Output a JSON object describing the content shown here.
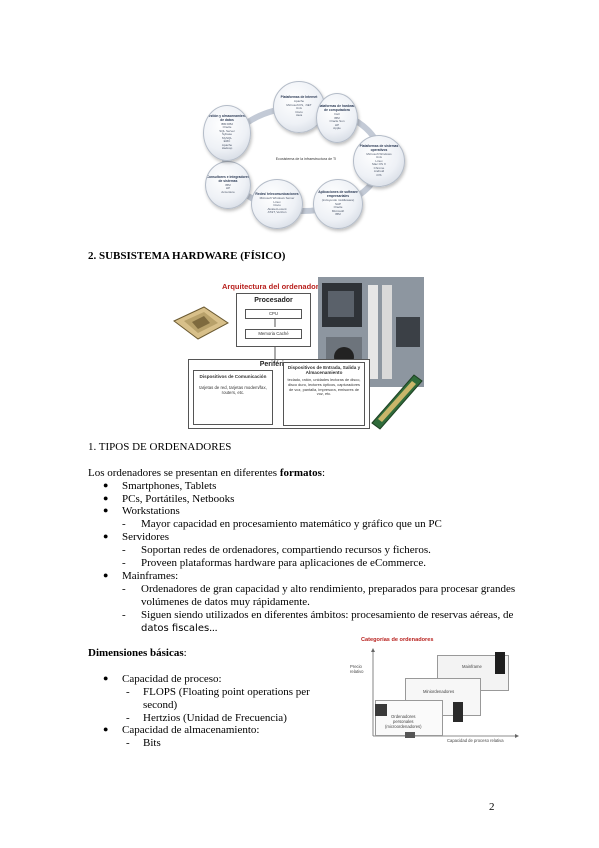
{
  "ecosystem_figure": {
    "center_label": "Ecosistema de la infraestructura de TI",
    "bubbles": [
      {
        "title": "Plataformas de Internet",
        "items": [
          "Apache",
          "Microsoft IIS, .NET",
          "Unix",
          "Cisco",
          "Java"
        ]
      },
      {
        "title": "Plataformas de hardware de computadora",
        "items": [
          "Dell",
          "IBM",
          "Oracle Sun",
          "HP",
          "Apple"
        ]
      },
      {
        "title": "Plataformas de sistemas operativos",
        "items": [
          "Microsoft Windows",
          "Unix",
          "Linux",
          "Mac OS X",
          "Chrome",
          "Android",
          "iOS"
        ]
      },
      {
        "title": "Aplicaciones de software empresariales",
        "items": [
          "(incluyendo middleware)",
          "SAP",
          "Oracle",
          "Microsoft",
          "IBM"
        ]
      },
      {
        "title": "Redes/ telecomunicaciones",
        "items": [
          "Microsoft Windows Server",
          "Linux",
          "Cisco",
          "Alcatel-Lucent",
          "AT&T, Verizon"
        ]
      },
      {
        "title": "Consultores e integradores de sistemas",
        "items": [
          "IBM",
          "HP",
          "Accenture"
        ]
      },
      {
        "title": "Gestión y almacenamiento de datos",
        "items": [
          "IBM DB2",
          "Oracle",
          "SQL Server",
          "Sybase",
          "MySQL",
          "EMC",
          "Apache",
          "Hadoop"
        ]
      }
    ]
  },
  "section_hardware": "2. SUBSISTEMA HARDWARE (FÍSICO)",
  "architecture_figure": {
    "title": "Arquitectura del ordenador",
    "processor": "Procesador",
    "cpu": "CPU",
    "cache": "Memoria Caché",
    "peripherals": "Periféricos:",
    "comm_title": "Dispositivos de Comunicación",
    "comm_text": "tarjetas de red, tarjetas modem/fax, routers, etc.",
    "io_title": "Dispositivos de Entrada, Salida y Almacenamiento",
    "io_text": "teclado, ratón, unidades lectoras de disco, disco duro, lectores ópticos, capturadores de voz, pantalla, impresora, emisores de voz, etc."
  },
  "section_types": "1. TIPOS DE ORDENADORES",
  "intro_prefix": "Los ordenadores se presentan en diferentes ",
  "intro_bold": "formatos",
  "intro_suffix": ":",
  "formats": {
    "smartphones": "Smartphones, Tablets",
    "pcs": "PCs, Portátiles, Netbooks",
    "workstations": "Workstations",
    "workstations_sub1": "Mayor capacidad en procesamiento matemático y gráfico que un PC",
    "servers": "Servidores",
    "servers_sub1": "Soportan redes de ordenadores, compartiendo recursos y ficheros.",
    "servers_sub2": "Proveen plataformas hardware para aplicaciones de eCommerce.",
    "mainframes": "Mainframes:",
    "mainframes_sub1_l1": "Ordenadores de gran capacidad y alto rendimiento, preparados para procesar grandes",
    "mainframes_sub1_l2": "volúmenes de datos muy rápidamente.",
    "mainframes_sub2_l1": "Siguen siendo utilizados en diferentes ámbitos: procesamiento de reservas aéreas, de",
    "mainframes_sub2_l2a": "datos fiscales",
    "mainframes_sub2_l2b": "..."
  },
  "dimensions_title": "Dimensiones básicas",
  "dimensions_colon": ":",
  "dimensions": {
    "capacity_process": "Capacidad de proceso:",
    "flops_l1": "FLOPS (Floating point operations per",
    "flops_l2": "second)",
    "hertz": "Hertzios (Unidad de Frecuencia)",
    "capacity_storage": "Capacidad de almacenamiento:",
    "bits": "Bits"
  },
  "categories_figure": {
    "title": "Categorías de ordenadores",
    "y_label_l1": "Precio",
    "y_label_l2": "relativo",
    "x_label": "Capacidad de proceso relativa",
    "mainframe": "Mainframe",
    "mini": "Miniordenadores",
    "personal_l1": "Ordenadores",
    "personal_l2": "personales",
    "personal_l3": "(microordenadores)"
  },
  "bullet_glyph": "●",
  "dash_glyph": "-",
  "page_number": "2"
}
